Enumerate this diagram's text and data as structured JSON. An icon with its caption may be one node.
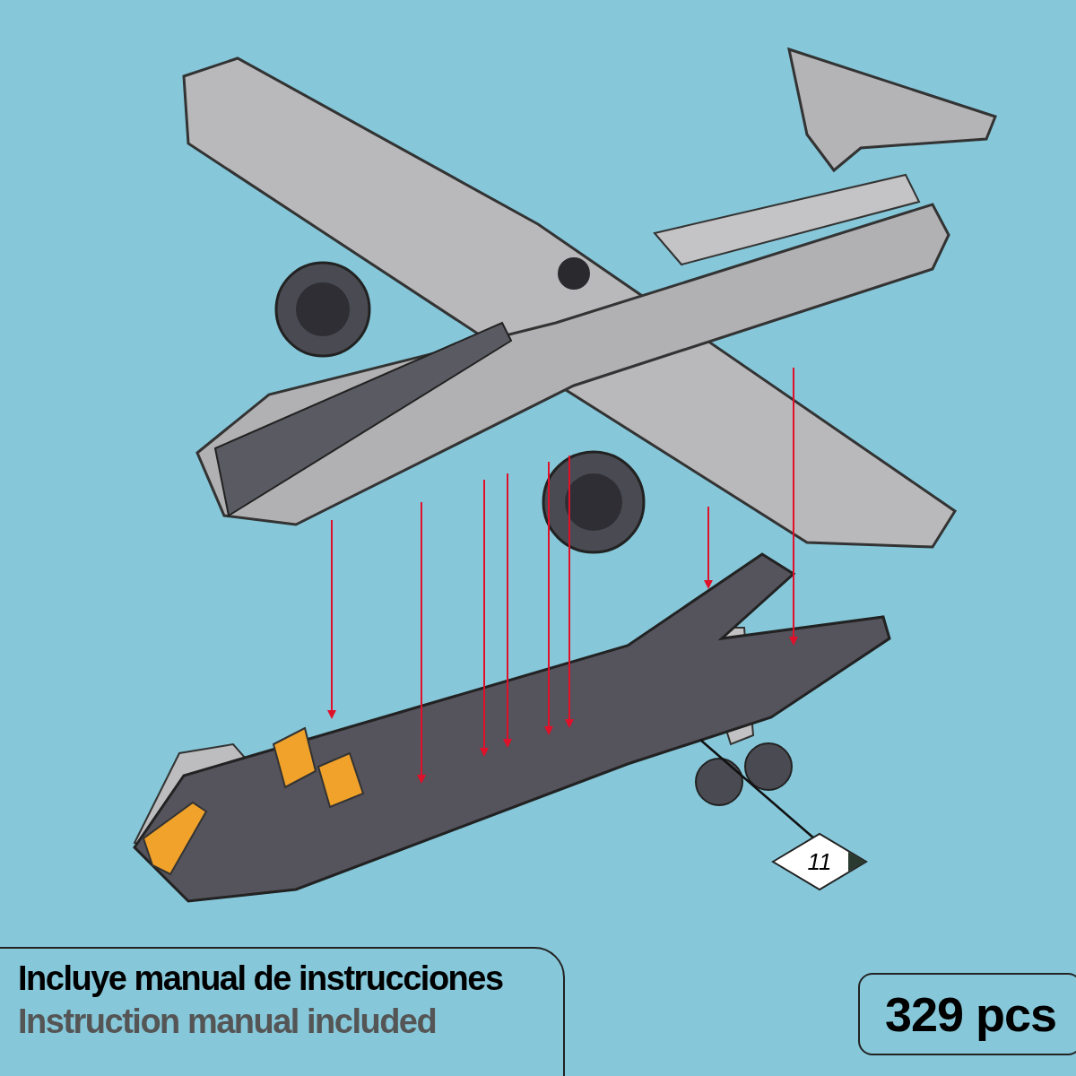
{
  "diagram": {
    "nodes": [
      {
        "text": [
          "Incluye manual de instrucciones",
          "Instruction manual included"
        ]
      },
      {
        "text": [
          "329 pcs"
        ]
      },
      {
        "text": [
          "11"
        ]
      },
      {
        "text": [],
        "shape": "picture"
      }
    ],
    "edges": [
      {
        "from": 2,
        "to": 3,
        "arrow": "none"
      }
    ]
  }
}
